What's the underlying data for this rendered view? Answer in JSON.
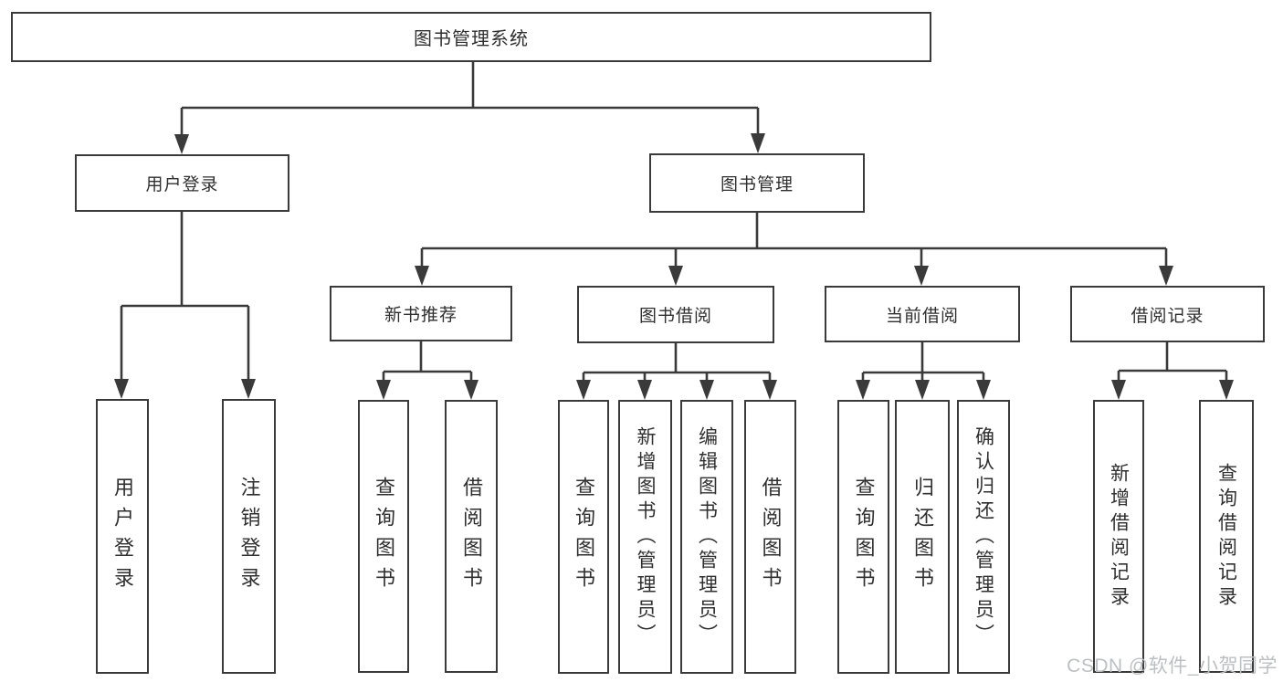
{
  "diagram_title": "图书管理系统",
  "colors": {
    "line": "#3a3a3a",
    "box_border": "#3a3a3a",
    "box_fill": "#ffffff",
    "text": "#2f2f2f",
    "watermark": "#bcbfc2",
    "background": "#ffffff"
  },
  "tree": {
    "label": "图书管理系统",
    "children": [
      {
        "label": "用户登录",
        "children": [
          {
            "label": "用户登录"
          },
          {
            "label": "注销登录"
          }
        ]
      },
      {
        "label": "图书管理",
        "children": [
          {
            "label": "新书推荐",
            "children": [
              {
                "label": "查询图书"
              },
              {
                "label": "借阅图书"
              }
            ]
          },
          {
            "label": "图书借阅",
            "children": [
              {
                "label": "查询图书"
              },
              {
                "label": "新增图书（管理员）"
              },
              {
                "label": "编辑图书（管理员）"
              },
              {
                "label": "借阅图书"
              }
            ]
          },
          {
            "label": "当前借阅",
            "children": [
              {
                "label": "查询图书"
              },
              {
                "label": "归还图书"
              },
              {
                "label": "确认归还（管理员）"
              }
            ]
          },
          {
            "label": "借阅记录",
            "children": [
              {
                "label": "新增借阅记录"
              },
              {
                "label": "查询借阅记录"
              }
            ]
          }
        ]
      }
    ]
  },
  "watermark": {
    "text": "CSDN @软件_小贺同学"
  }
}
